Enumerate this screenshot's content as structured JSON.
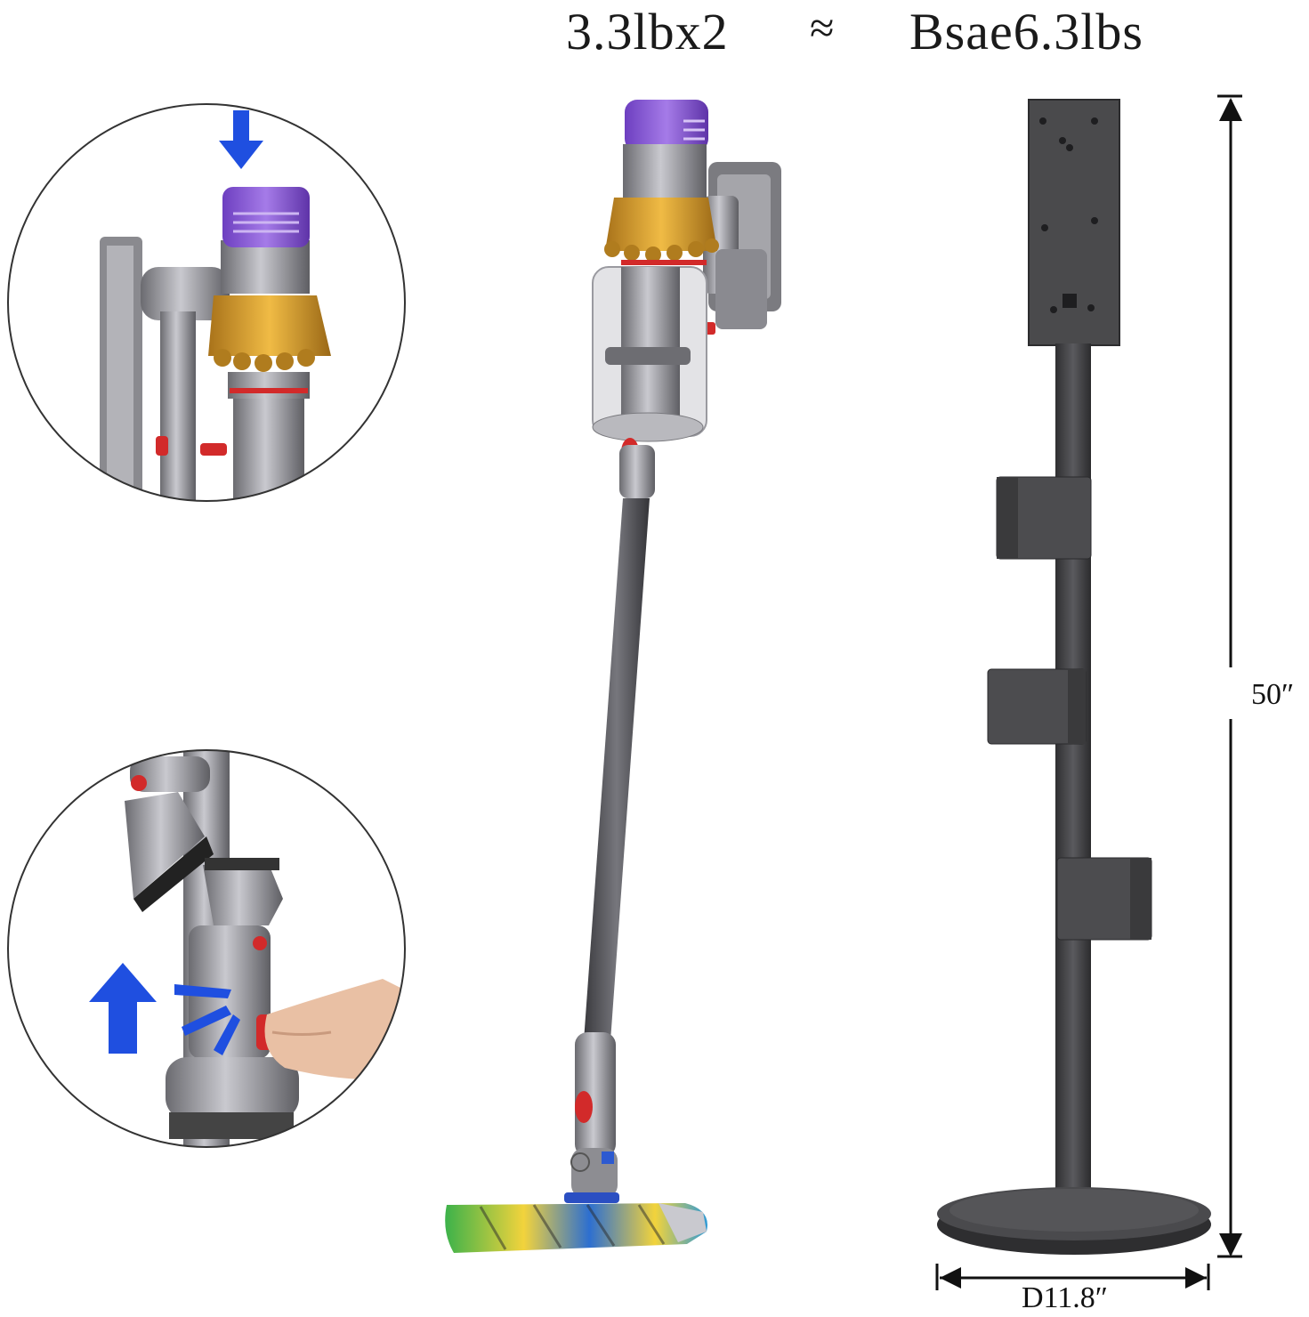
{
  "header": {
    "weight_single": "3.3lbx2",
    "approx_symbol": "≈",
    "weight_total": "Bsae6.3lbs"
  },
  "dimensions": {
    "height_label": "50″",
    "diameter_label": "D11.8″"
  },
  "colors": {
    "arrow_blue": "#1f4fe0",
    "stand_dark": "#4a4a4c",
    "vacuum_gold": "#d9a02a",
    "bin_purple": "#8e5bd6",
    "accent_red": "#d22a2a"
  },
  "icons": [
    "arrow-down-icon",
    "arrow-up-icon",
    "dimension-arrow-icon"
  ]
}
